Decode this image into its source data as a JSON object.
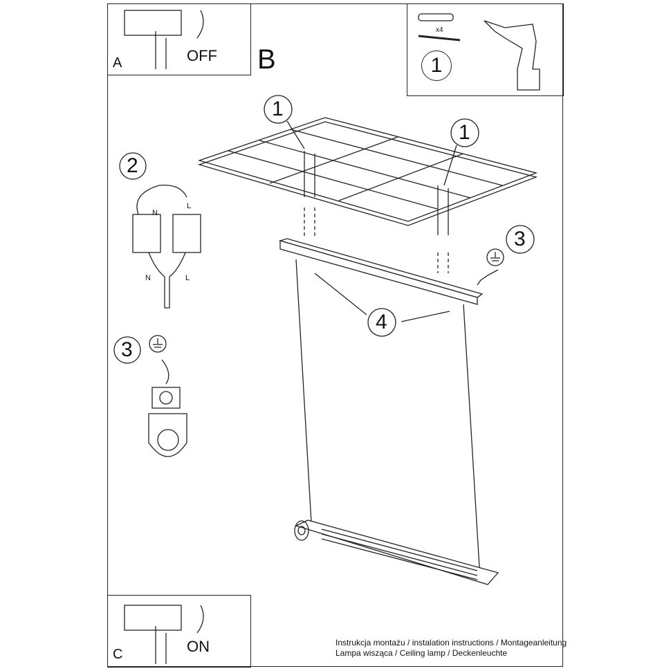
{
  "step_a": {
    "label": "A",
    "switch_text": "OFF"
  },
  "step_b": {
    "label": "B"
  },
  "step_c": {
    "label": "C",
    "switch_text": "ON"
  },
  "tools": {
    "quantity": "x4",
    "callout": "1"
  },
  "callouts": {
    "one_left": "1",
    "one_right": "1",
    "two": "2",
    "three_top": "3",
    "three_left": "3",
    "four": "4"
  },
  "wiring": {
    "n_top": "N",
    "l_top": "L",
    "n_bottom": "N",
    "l_bottom": "L"
  },
  "footer": {
    "line1": "Instrukcja montażu / instalation instructions / Montageanleitung",
    "line2": "Lampa wisząca / Ceiling lamp / Deckenleuchte"
  }
}
